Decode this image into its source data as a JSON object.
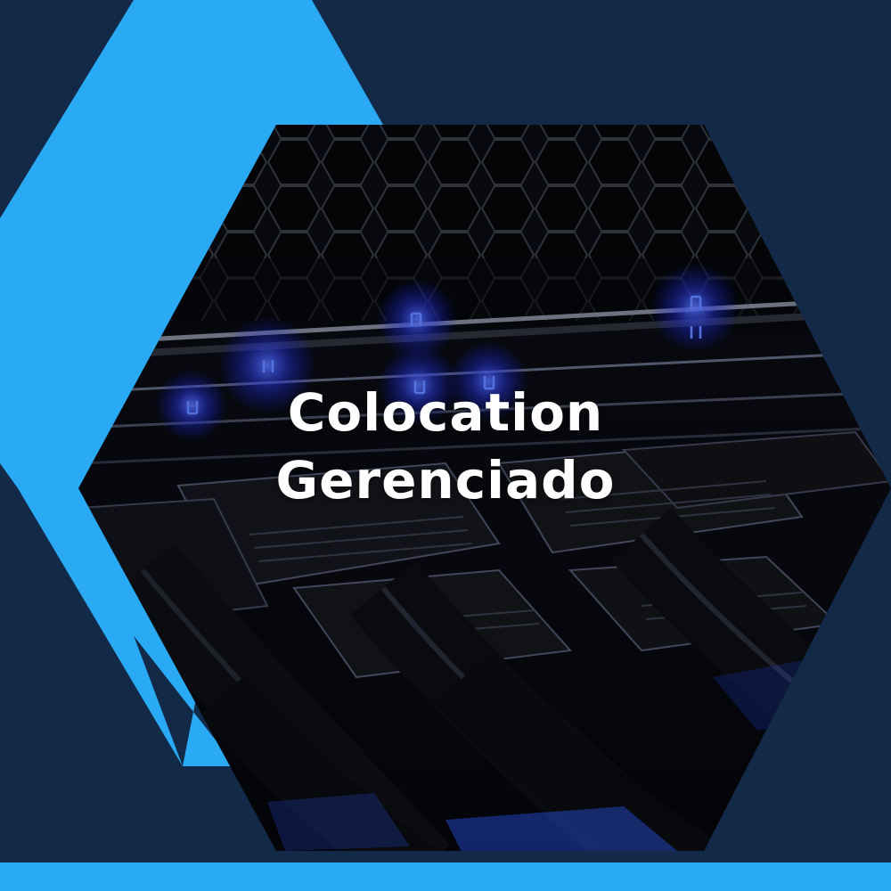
{
  "title": {
    "line1": "Colocation",
    "line2": "Gerenciado"
  },
  "colors": {
    "background": "#122a47",
    "accent": "#2aaaf5",
    "text": "#ffffff",
    "led": "#3b5cff"
  },
  "image": {
    "subject": "server-rack-ethernet-cables"
  }
}
